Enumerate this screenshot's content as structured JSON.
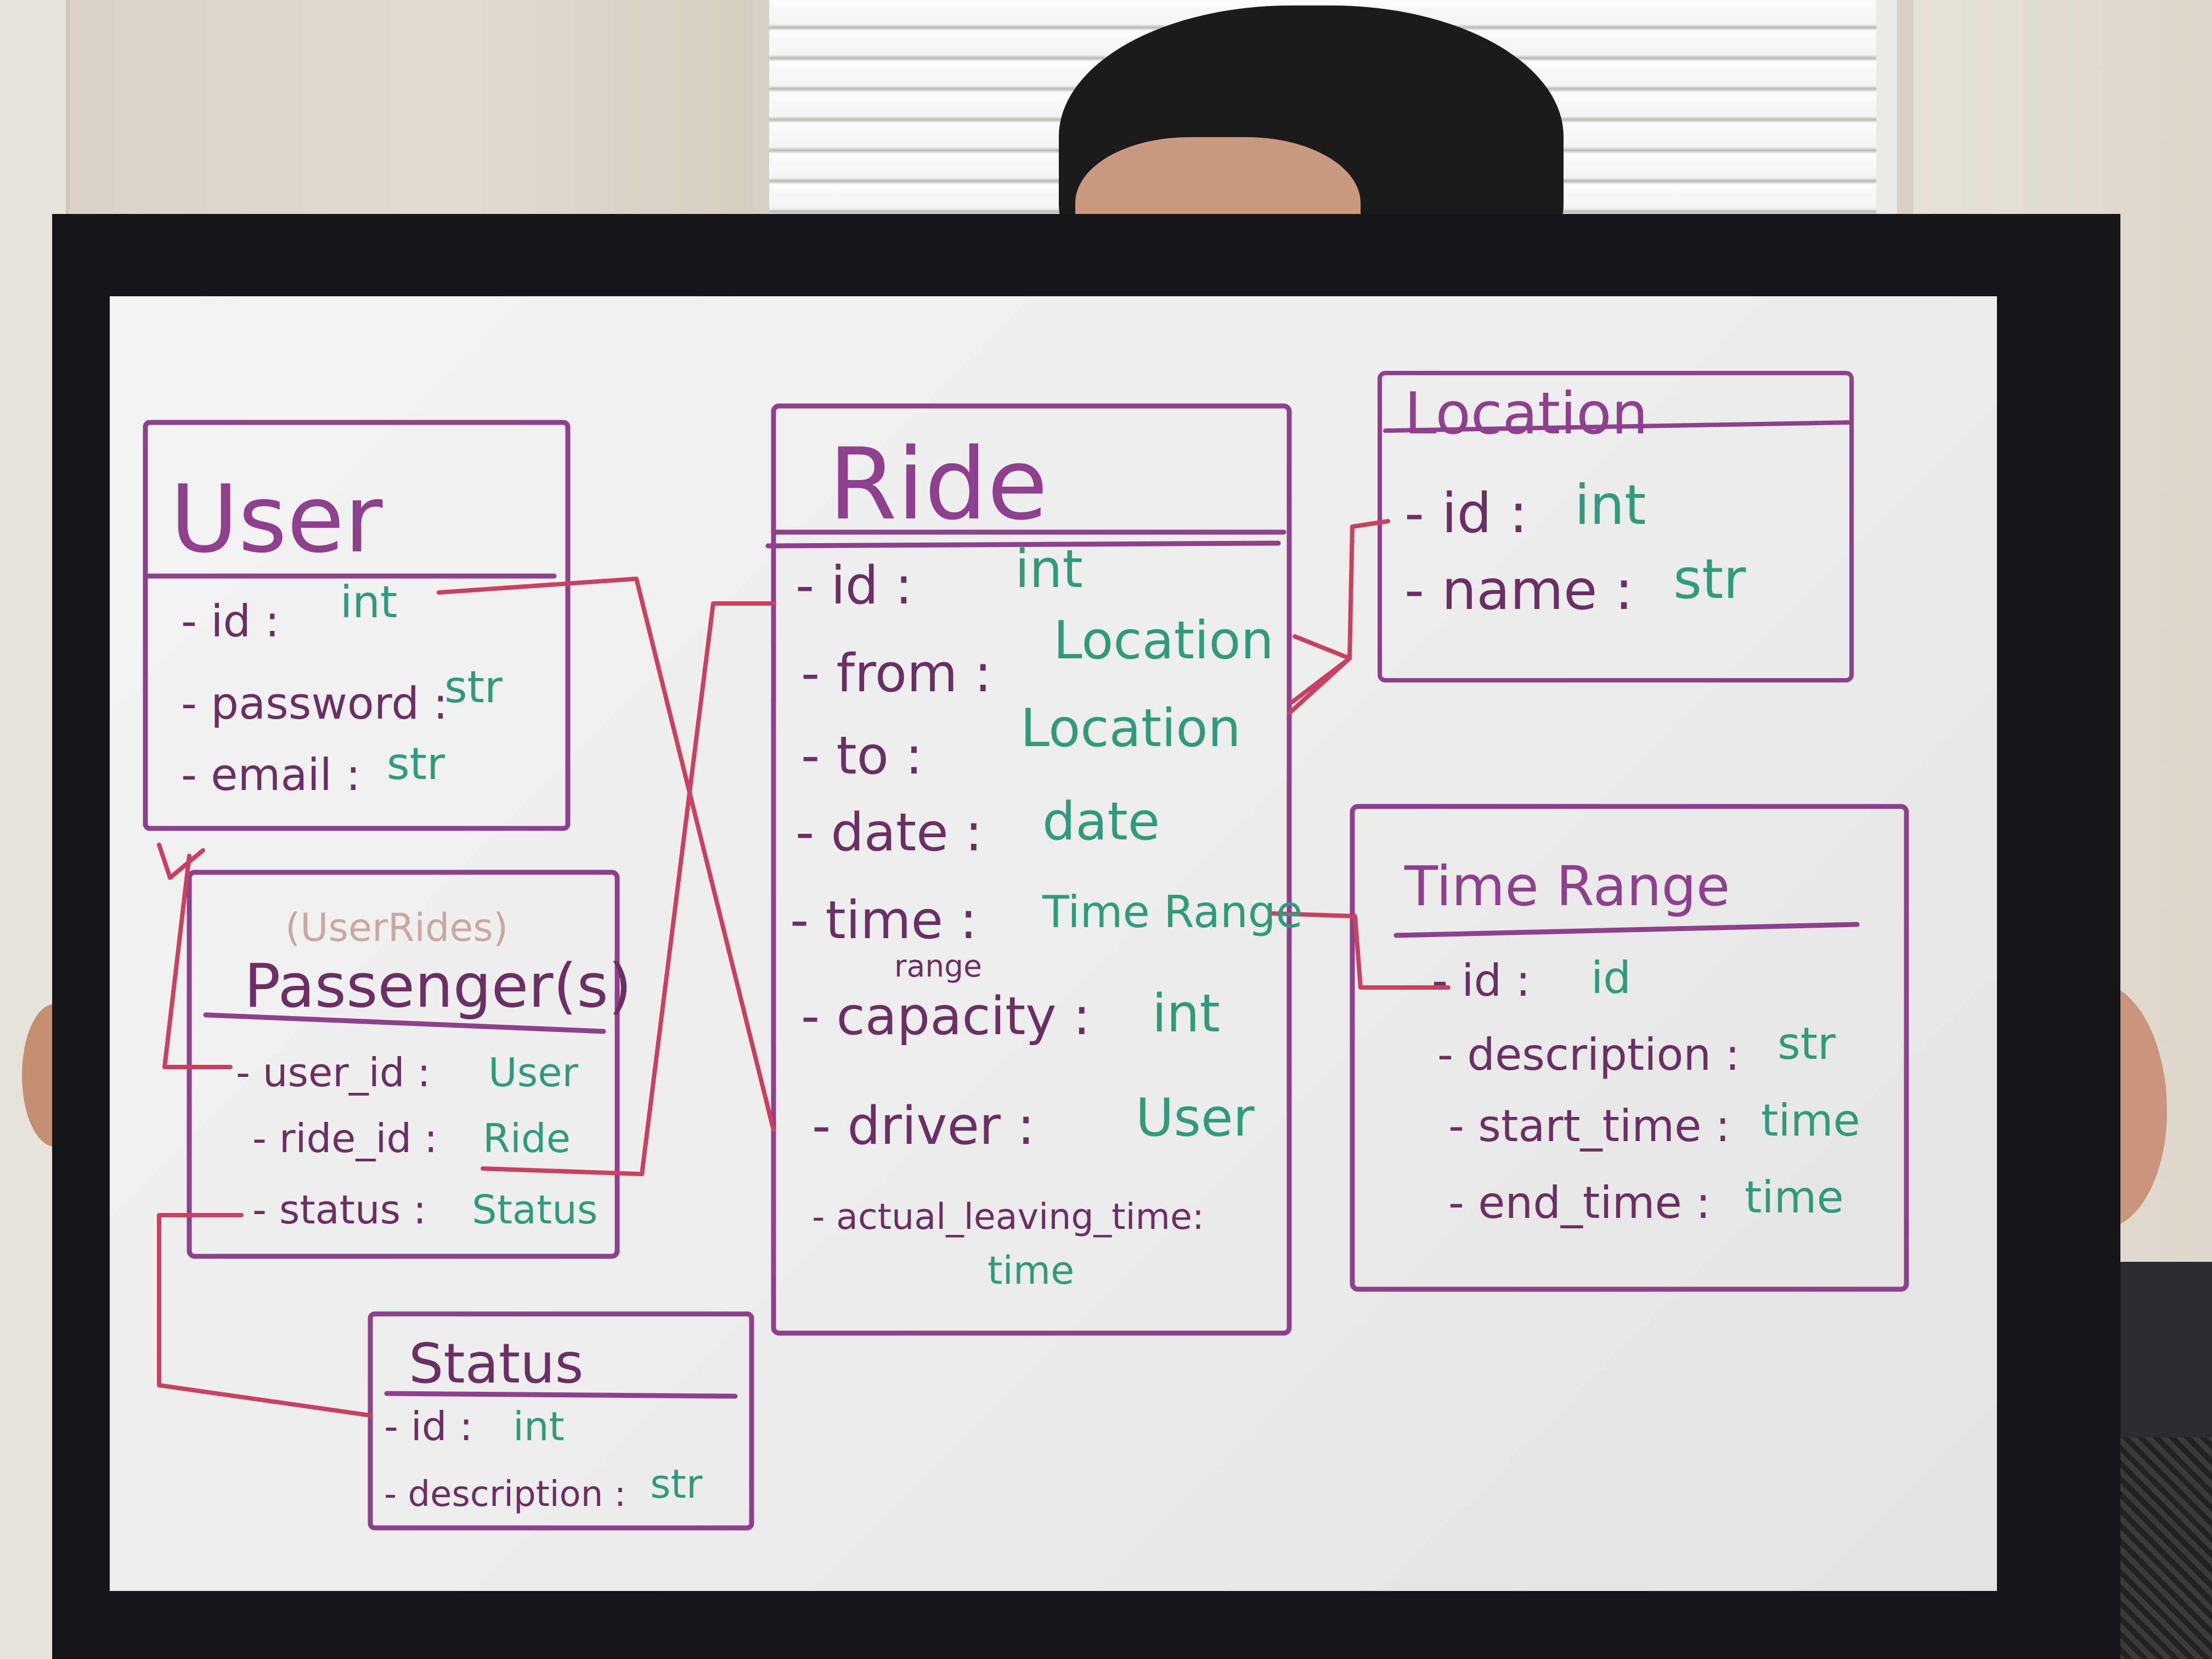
{
  "colors": {
    "box_outline": "#8e3f8e",
    "relation_line": "#c94060",
    "member_ink": "#6b2f66",
    "type_ink": "#2f9a7c",
    "faded_ink": "#c9a8a0"
  },
  "entities": {
    "user": {
      "title": "User",
      "fields": [
        {
          "name": "- id :",
          "type": "int"
        },
        {
          "name": "- password :",
          "type": "str"
        },
        {
          "name": "- email :",
          "type": "str"
        }
      ]
    },
    "ride": {
      "title": "Ride",
      "fields": [
        {
          "name": "- id :",
          "type": "int"
        },
        {
          "name": "- from :",
          "type": "Location"
        },
        {
          "name": "- to :",
          "type": "Location"
        },
        {
          "name": "- date :",
          "type": "date"
        },
        {
          "name": "- time :",
          "type": "Time Range"
        },
        {
          "name": "- capacity :",
          "type": "int"
        },
        {
          "name": "- driver :",
          "type": "User"
        },
        {
          "name": "- actual_leaving_time:",
          "type": "time"
        }
      ],
      "time_subnote": "range"
    },
    "location": {
      "title": "Location",
      "fields": [
        {
          "name": "- id :",
          "type": "int"
        },
        {
          "name": "- name :",
          "type": "str"
        }
      ]
    },
    "time_range": {
      "title": "Time Range",
      "fields": [
        {
          "name": "- id :",
          "type": "id"
        },
        {
          "name": "- description :",
          "type": "str"
        },
        {
          "name": "- start_time :",
          "type": "time"
        },
        {
          "name": "- end_time :",
          "type": "time"
        }
      ]
    },
    "passenger": {
      "subtitle": "(UserRides)",
      "title": "Passenger(s)",
      "fields": [
        {
          "name": "- user_id :",
          "type": "User"
        },
        {
          "name": "- ride_id :",
          "type": "Ride"
        },
        {
          "name": "- status :",
          "type": "Status"
        }
      ]
    },
    "status": {
      "title": "Status",
      "fields": [
        {
          "name": "- id :",
          "type": "int"
        },
        {
          "name": "- description :",
          "type": "str"
        }
      ]
    }
  }
}
